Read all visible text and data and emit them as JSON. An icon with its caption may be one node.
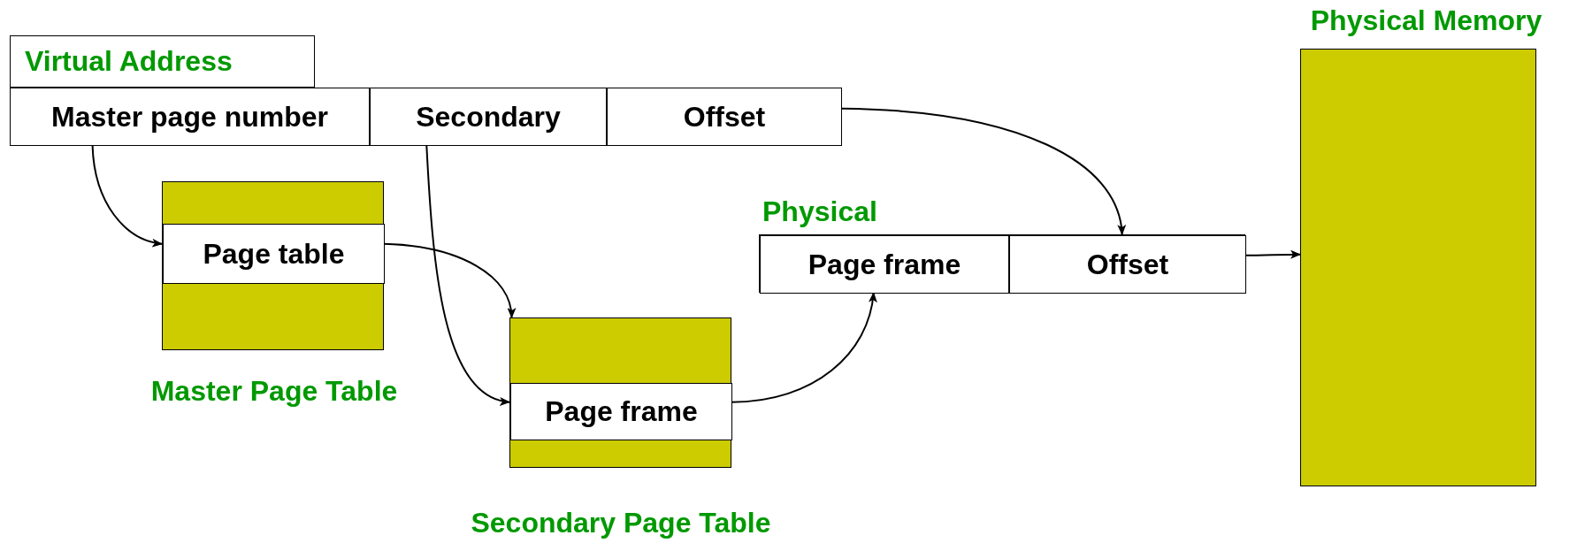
{
  "diagram": {
    "nodes": [
      {
        "text": [
          "Virtual Address"
        ]
      },
      {
        "text": [
          "Master page number"
        ]
      },
      {
        "text": [
          "Secondary"
        ]
      },
      {
        "text": [
          "Offset"
        ]
      },
      {
        "text": [
          "Master Page Table"
        ]
      },
      {
        "text": [
          "Page table"
        ],
        "in": 4
      },
      {
        "text": [
          "Physical"
        ]
      },
      {
        "text": [
          "Page frame"
        ],
        "in": 6
      },
      {
        "text": [
          "Offset"
        ],
        "in": 6
      },
      {
        "text": [
          "Secondary Page Table"
        ]
      },
      {
        "text": [
          "Page frame"
        ],
        "in": 9
      },
      {
        "text": [
          "Physical Memory"
        ]
      }
    ],
    "edges": [
      {
        "from": 1,
        "to": 5,
        "arrow": "to"
      },
      {
        "from": 5,
        "to": 9,
        "arrow": "to"
      },
      {
        "from": 2,
        "to": 10,
        "arrow": "to"
      },
      {
        "from": 10,
        "to": 7,
        "arrow": "to"
      },
      {
        "from": 3,
        "to": 8,
        "arrow": "to"
      },
      {
        "from": 6,
        "to": 11,
        "arrow": "to"
      }
    ]
  }
}
